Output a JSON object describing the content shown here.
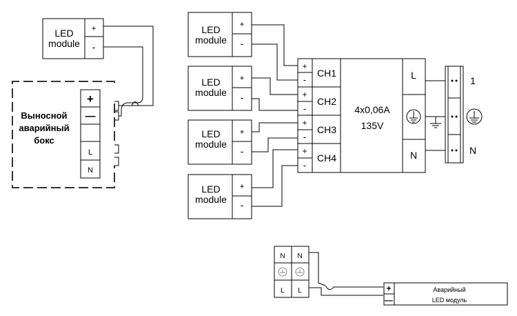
{
  "led_module_label": [
    "LED",
    "module"
  ],
  "plus": "+",
  "minus": "-",
  "remote_box": {
    "label": [
      "Выносной",
      "аварийный",
      "бокс"
    ],
    "terminals": [
      "+",
      "—",
      "",
      "L",
      "N"
    ]
  },
  "driver": {
    "channels": [
      "CH1",
      "CH2",
      "CH3",
      "CH4"
    ],
    "rating": [
      "4x0,06A",
      "135V"
    ],
    "inputs": [
      "L",
      "N"
    ]
  },
  "mains_labels": [
    "1",
    "N"
  ],
  "emergency": {
    "terminal_letters": [
      "N",
      "N",
      "L",
      "L"
    ],
    "module_label": [
      "Аварийный",
      "LED модуль"
    ],
    "plus": "+",
    "minus": "—"
  }
}
